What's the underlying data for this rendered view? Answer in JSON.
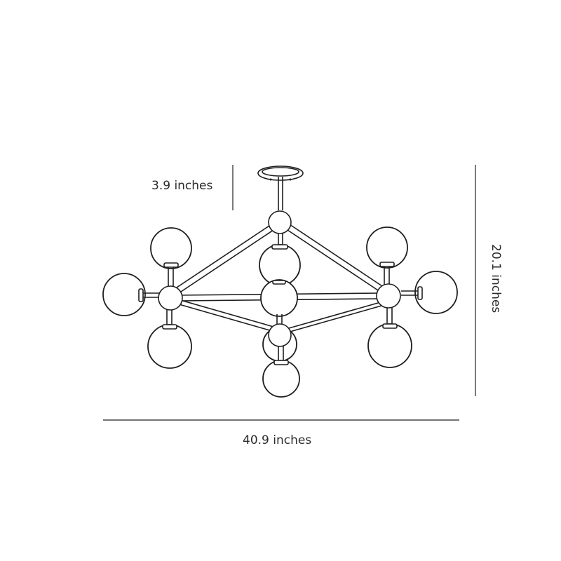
{
  "dimensions": {
    "drop": "3.9 inches",
    "width": "40.9 inches",
    "height": "20.1 inches"
  },
  "colors": {
    "line": "#1e1e1e",
    "background": "#ffffff",
    "text": "#2b2b2b"
  }
}
